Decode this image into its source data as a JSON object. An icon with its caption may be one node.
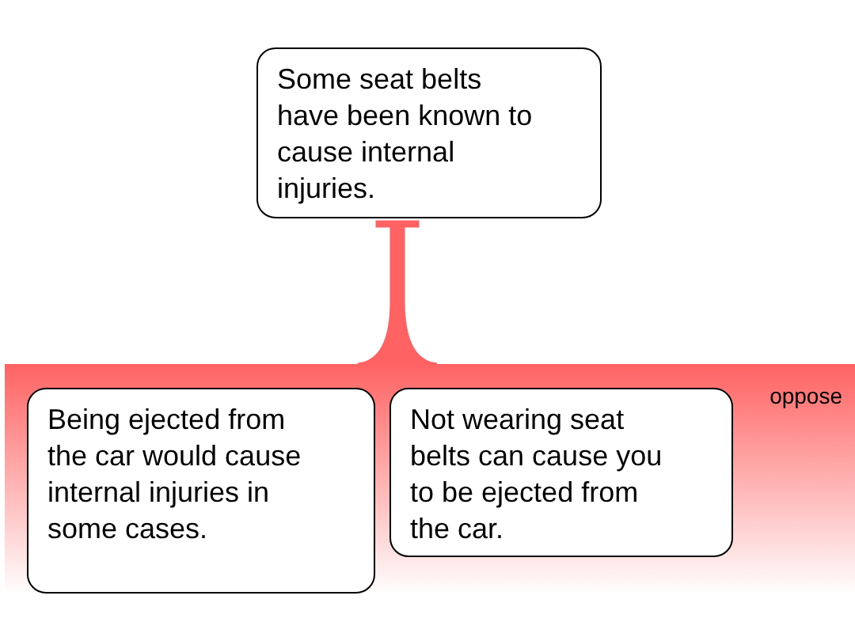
{
  "diagram": {
    "nodes": [
      {
        "text": [
          "Some seat belts have been known to cause internal injuries."
        ]
      },
      {
        "text": [
          "oppose"
        ]
      },
      {
        "text": [
          "Being ejected from the car would cause internal injuries in some cases."
        ],
        "in": 1
      },
      {
        "text": [
          "Not wearing seat belts can cause you to be ejected from the car."
        ],
        "in": 1
      }
    ],
    "edges": [
      {
        "from": 1,
        "to": 0,
        "arrow": "other"
      }
    ]
  }
}
